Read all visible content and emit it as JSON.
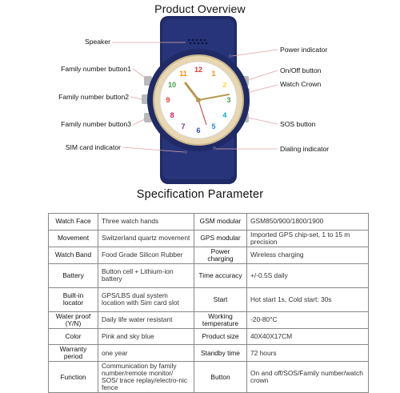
{
  "overview": {
    "title": "Product Overview",
    "left_labels": [
      "Speaker",
      "Family number button1",
      "Family number button2",
      "Family number button3",
      "SIM card indicator"
    ],
    "right_labels": [
      "Power indicator",
      "On/Off button",
      "Watch Crown",
      "SOS button",
      "Dialing indicator"
    ],
    "dial_numbers": [
      "12",
      "1",
      "2",
      "3",
      "4",
      "5",
      "6",
      "7",
      "8",
      "9",
      "10",
      "11"
    ]
  },
  "spec": {
    "title": "Specification Parameter",
    "rows": [
      [
        "Watch Face",
        "Three watch hands",
        "GSM modular",
        "GSM850/900/1800/1900"
      ],
      [
        "Movement",
        "Switzerland quartz movement",
        "GPS modular",
        "Imported GPS chip-set, 1 to 15 m precision"
      ],
      [
        "Watch Band",
        "Food Grade Silicon Rubber",
        "Power charging",
        "Wireless charging"
      ],
      [
        "Battery",
        "Button cell + Lithium-ion battery",
        "Time accuracy",
        "+/-0.5S daily"
      ],
      [
        "Built-in locator",
        "GPS/LBS dual system location with Sim card slot",
        "Start",
        "Hot start 1s, Cold start: 30s"
      ],
      [
        "Water proof (Y/N)",
        "Daily life water resistant",
        "Working temperature",
        "-20-80°C"
      ],
      [
        "Color",
        "Pink and sky blue",
        "Product size",
        "40X40X17CM"
      ],
      [
        "Warranty period",
        "one year",
        "Standby time",
        "72 hours"
      ],
      [
        "Function",
        "Communication by family number/remote monitor/ SOS/ trace replay/electro-nic fence",
        "Button",
        "On and off/SOS/Family number/watch crown"
      ]
    ]
  },
  "colors": {
    "band": "#1f2a66",
    "bezel": "#e8d7b0",
    "callout_line": "#e0a4a4"
  }
}
